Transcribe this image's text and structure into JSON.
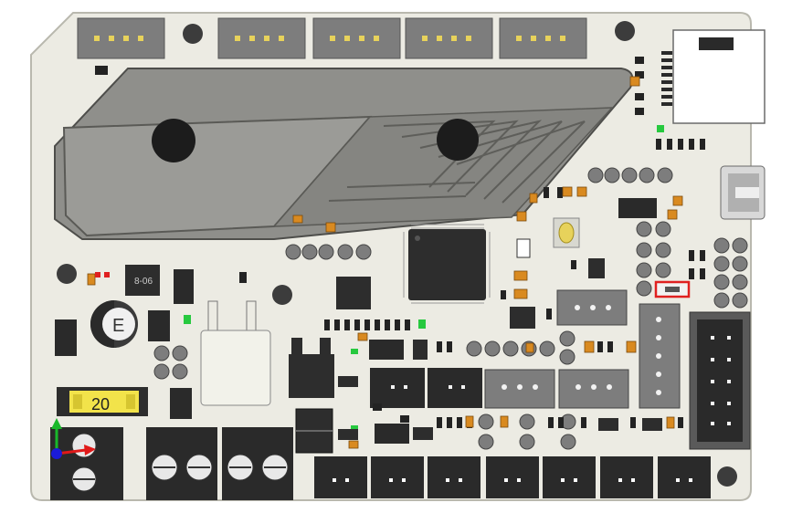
{
  "fuse": {
    "label": "20"
  },
  "regulator": {
    "label": "8-06"
  },
  "electrolytic_cap": {
    "label": "E"
  },
  "colors": {
    "board": "#ecebe3",
    "board_edge": "#b9b8ae",
    "heatsink": "#8f8f8b",
    "heatsink_dark": "#6e6e6a",
    "connector": "#222222",
    "header_gray": "#7d7d7d",
    "smd_orange": "#d98a20",
    "smd_black": "#232323",
    "pin_gold": "#e7d25b",
    "led_green": "#27c93f",
    "fuse_yellow": "#f2e34a",
    "jumper_red": "#e02020",
    "axis_green": "#19b82a",
    "axis_red": "#e01919",
    "axis_blue": "#1b1bd8"
  },
  "icons": [
    "axis-triad-icon"
  ]
}
